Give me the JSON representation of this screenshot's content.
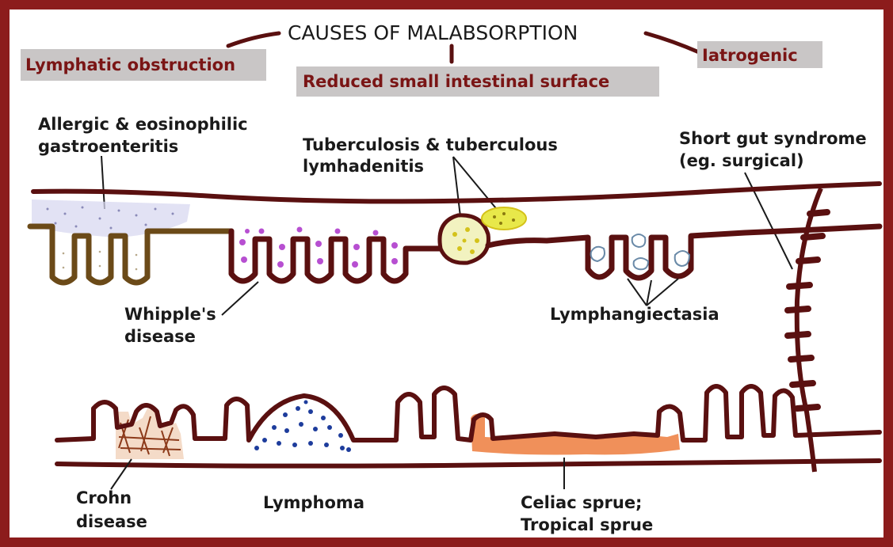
{
  "title": "CAUSES OF MALABSORPTION",
  "categories": {
    "lymphatic": "Lymphatic obstruction",
    "reduced": "Reduced small intestinal surface",
    "iatrogenic": "Iatrogenic"
  },
  "labels": {
    "allergic_line1": "Allergic & eosinophilic",
    "allergic_line2": "gastroenteritis",
    "tb_line1": "Tuberculosis & tuberculous",
    "tb_line2": "lymhadenitis",
    "shortgut_line1": "Short gut syndrome",
    "shortgut_line2": "(eg. surgical)",
    "whipple_line1": "Whipple's",
    "whipple_line2": "disease",
    "lymphangiectasia": "Lymphangiectasia",
    "crohn_line1": "Crohn",
    "crohn_line2": "disease",
    "lymphoma": "Lymphoma",
    "celiac_line1": "Celiac sprue;",
    "celiac_line2": "Tropical sprue"
  },
  "colors": {
    "frame": "#8c1c1c",
    "wall": "#5a1010",
    "header_box": "#c9c6c6",
    "header_text": "#7a1515",
    "whipple_dots": "#b74fd1",
    "lymphoma_dots": "#1d3c9c",
    "celiac_fill": "#f0905a",
    "tb_fill": "#e8e84a",
    "eosinophil": "#d8d8f0",
    "crohn_fill": "#f4dbc8",
    "allergic_villi": "#6b4a18"
  }
}
